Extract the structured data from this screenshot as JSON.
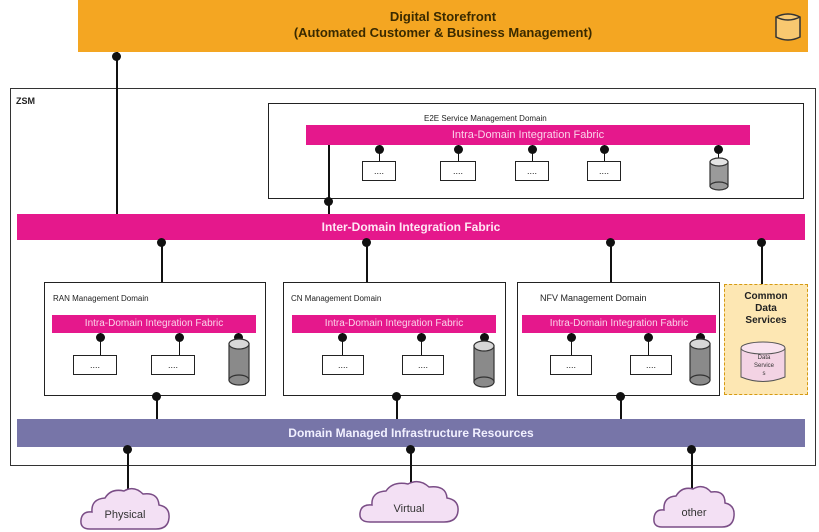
{
  "storefront": {
    "title": "Digital Storefront",
    "subtitle": "(Automated Customer & Business Management)",
    "icon": "database-icon"
  },
  "zsm_label": "ZSM",
  "e2e": {
    "title": "E2E Service Management Domain",
    "fabric": "Intra-Domain Integration Fabric",
    "boxes": [
      "....",
      "....",
      "....",
      "...."
    ]
  },
  "inter_fabric": "Inter-Domain Integration Fabric",
  "domains": [
    {
      "title": "RAN Management Domain",
      "fabric": "Intra-Domain Integration Fabric",
      "boxes": [
        "....",
        "...."
      ]
    },
    {
      "title": "CN Management Domain",
      "fabric": "Intra-Domain Integration Fabric",
      "boxes": [
        "....",
        "...."
      ]
    },
    {
      "title": "NFV Management Domain",
      "fabric": "Intra-Domain Integration Fabric",
      "boxes": [
        "....",
        "...."
      ]
    }
  ],
  "common": {
    "title_lines": [
      "Common",
      "Data",
      "Services"
    ],
    "store_label": "Data Service s"
  },
  "infra": "Domain Managed Infrastructure Resources",
  "clouds": [
    "Physical",
    "Virtual",
    "other"
  ],
  "colors": {
    "storefront": "#f4a622",
    "fabric": "#e5188c",
    "infra": "#7775a8",
    "common": "#fde7b3"
  }
}
